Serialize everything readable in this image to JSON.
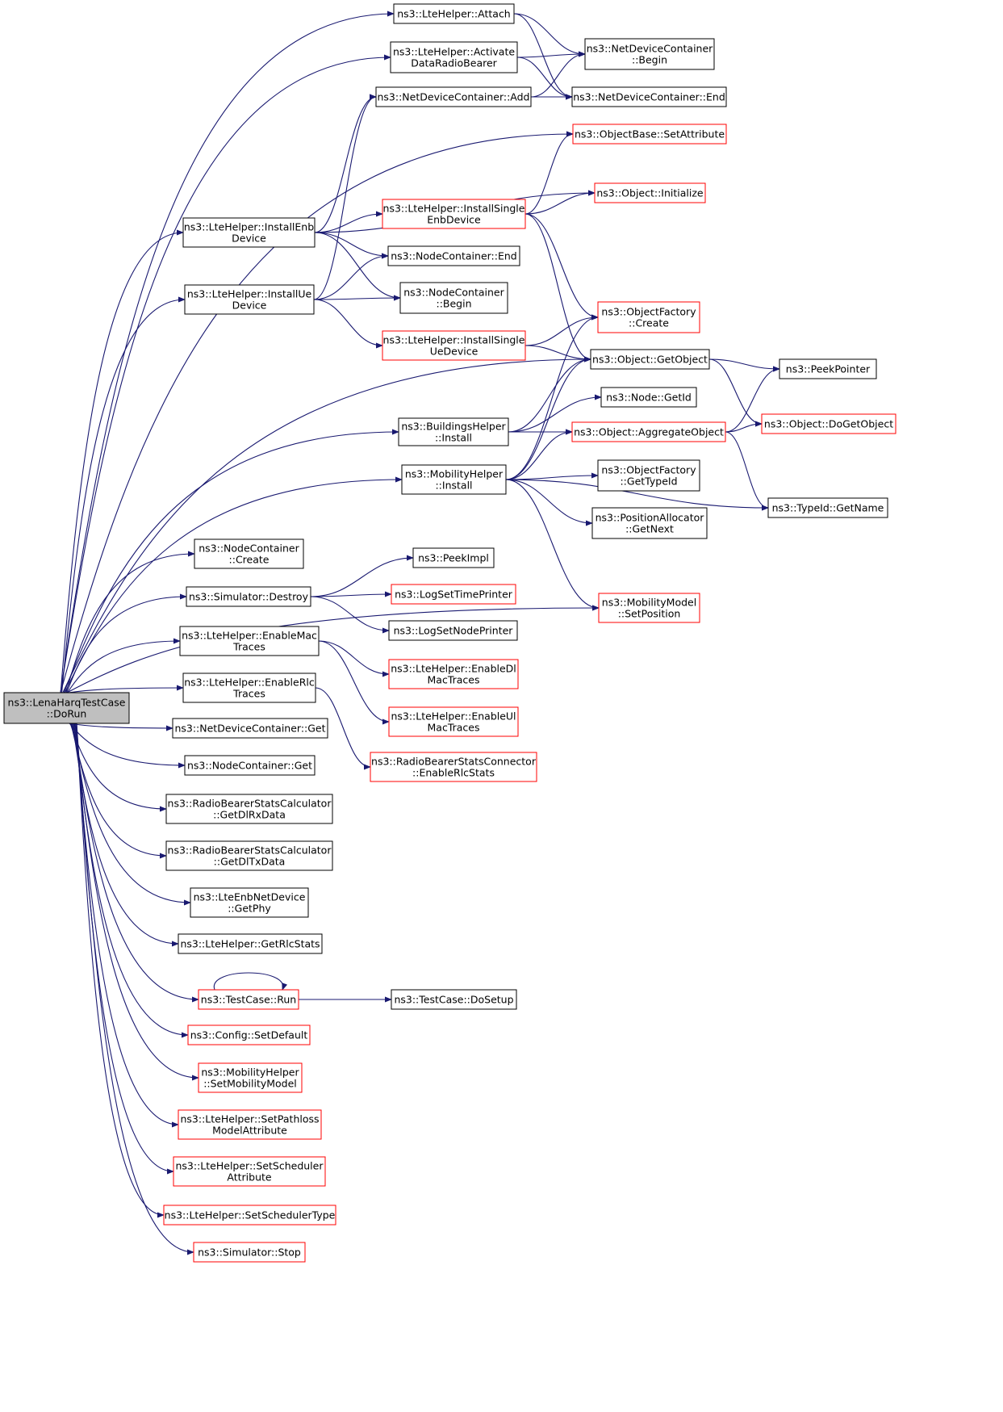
{
  "colors": {
    "edge": "#191970",
    "text_border": "#000000",
    "highlight_border": "#ff0000",
    "root_fill": "#bfbfbf"
  },
  "nodes": [
    {
      "id": "root",
      "lines": [
        "ns3::LenaHarqTestCase",
        "::DoRun"
      ],
      "style": "root"
    },
    {
      "id": "attach",
      "lines": [
        "ns3::LteHelper::Attach"
      ],
      "style": "normal"
    },
    {
      "id": "activate",
      "lines": [
        "ns3::LteHelper::Activate",
        "DataRadioBearer"
      ],
      "style": "normal"
    },
    {
      "id": "ndc_add",
      "lines": [
        "ns3::NetDeviceContainer::Add"
      ],
      "style": "normal"
    },
    {
      "id": "ndc_begin",
      "lines": [
        "ns3::NetDeviceContainer",
        "::Begin"
      ],
      "style": "normal"
    },
    {
      "id": "ndc_end",
      "lines": [
        "ns3::NetDeviceContainer::End"
      ],
      "style": "normal"
    },
    {
      "id": "setattr",
      "lines": [
        "ns3::ObjectBase::SetAttribute"
      ],
      "style": "red"
    },
    {
      "id": "obj_init",
      "lines": [
        "ns3::Object::Initialize"
      ],
      "style": "red"
    },
    {
      "id": "inst_enb",
      "lines": [
        "ns3::LteHelper::InstallEnb",
        "Device"
      ],
      "style": "normal"
    },
    {
      "id": "inst_single_enb",
      "lines": [
        "ns3::LteHelper::InstallSingle",
        "EnbDevice"
      ],
      "style": "red"
    },
    {
      "id": "nc_end",
      "lines": [
        "ns3::NodeContainer::End"
      ],
      "style": "normal"
    },
    {
      "id": "inst_ue",
      "lines": [
        "ns3::LteHelper::InstallUe",
        "Device"
      ],
      "style": "normal"
    },
    {
      "id": "nc_begin",
      "lines": [
        "ns3::NodeContainer",
        "::Begin"
      ],
      "style": "normal"
    },
    {
      "id": "of_create",
      "lines": [
        "ns3::ObjectFactory",
        "::Create"
      ],
      "style": "red"
    },
    {
      "id": "inst_single_ue",
      "lines": [
        "ns3::LteHelper::InstallSingle",
        "UeDevice"
      ],
      "style": "red"
    },
    {
      "id": "getobject",
      "lines": [
        "ns3::Object::GetObject"
      ],
      "style": "normal"
    },
    {
      "id": "peekpointer",
      "lines": [
        "ns3::PeekPointer"
      ],
      "style": "normal"
    },
    {
      "id": "node_getid",
      "lines": [
        "ns3::Node::GetId"
      ],
      "style": "normal"
    },
    {
      "id": "bh_install",
      "lines": [
        "ns3::BuildingsHelper",
        "::Install"
      ],
      "style": "normal"
    },
    {
      "id": "aggregate",
      "lines": [
        "ns3::Object::AggregateObject"
      ],
      "style": "red"
    },
    {
      "id": "dogetobject",
      "lines": [
        "ns3::Object::DoGetObject"
      ],
      "style": "red"
    },
    {
      "id": "mh_install",
      "lines": [
        "ns3::MobilityHelper",
        "::Install"
      ],
      "style": "normal"
    },
    {
      "id": "of_gettypeid",
      "lines": [
        "ns3::ObjectFactory",
        "::GetTypeId"
      ],
      "style": "normal"
    },
    {
      "id": "typeid_getname",
      "lines": [
        "ns3::TypeId::GetName"
      ],
      "style": "normal"
    },
    {
      "id": "pa_getnext",
      "lines": [
        "ns3::PositionAllocator",
        "::GetNext"
      ],
      "style": "normal"
    },
    {
      "id": "nc_create",
      "lines": [
        "ns3::NodeContainer",
        "::Create"
      ],
      "style": "normal"
    },
    {
      "id": "peekimpl",
      "lines": [
        "ns3::PeekImpl"
      ],
      "style": "normal"
    },
    {
      "id": "sim_destroy",
      "lines": [
        "ns3::Simulator::Destroy"
      ],
      "style": "normal"
    },
    {
      "id": "logtime",
      "lines": [
        "ns3::LogSetTimePrinter"
      ],
      "style": "red"
    },
    {
      "id": "mm_setpos",
      "lines": [
        "ns3::MobilityModel",
        "::SetPosition"
      ],
      "style": "red"
    },
    {
      "id": "lognode",
      "lines": [
        "ns3::LogSetNodePrinter"
      ],
      "style": "normal"
    },
    {
      "id": "en_mac",
      "lines": [
        "ns3::LteHelper::EnableMac",
        "Traces"
      ],
      "style": "normal"
    },
    {
      "id": "en_dl",
      "lines": [
        "ns3::LteHelper::EnableDl",
        "MacTraces"
      ],
      "style": "red"
    },
    {
      "id": "en_rlc",
      "lines": [
        "ns3::LteHelper::EnableRlc",
        "Traces"
      ],
      "style": "normal"
    },
    {
      "id": "en_ul",
      "lines": [
        "ns3::LteHelper::EnableUl",
        "MacTraces"
      ],
      "style": "red"
    },
    {
      "id": "ndc_get",
      "lines": [
        "ns3::NetDeviceContainer::Get"
      ],
      "style": "normal"
    },
    {
      "id": "rbsc_enable",
      "lines": [
        "ns3::RadioBearerStatsConnector",
        "::EnableRlcStats"
      ],
      "style": "red"
    },
    {
      "id": "nc_get",
      "lines": [
        "ns3::NodeContainer::Get"
      ],
      "style": "normal"
    },
    {
      "id": "rbsc_dlrx",
      "lines": [
        "ns3::RadioBearerStatsCalculator",
        "::GetDlRxData"
      ],
      "style": "normal"
    },
    {
      "id": "rbsc_dltx",
      "lines": [
        "ns3::RadioBearerStatsCalculator",
        "::GetDlTxData"
      ],
      "style": "normal"
    },
    {
      "id": "enb_getphy",
      "lines": [
        "ns3::LteEnbNetDevice",
        "::GetPhy"
      ],
      "style": "normal"
    },
    {
      "id": "rlcstats",
      "lines": [
        "ns3::LteHelper::GetRlcStats"
      ],
      "style": "normal"
    },
    {
      "id": "tc_run",
      "lines": [
        "ns3::TestCase::Run"
      ],
      "style": "red"
    },
    {
      "id": "tc_dosetup",
      "lines": [
        "ns3::TestCase::DoSetup"
      ],
      "style": "normal"
    },
    {
      "id": "cfg_default",
      "lines": [
        "ns3::Config::SetDefault"
      ],
      "style": "red"
    },
    {
      "id": "mh_setmodel",
      "lines": [
        "ns3::MobilityHelper",
        "::SetMobilityModel"
      ],
      "style": "red"
    },
    {
      "id": "set_pathloss",
      "lines": [
        "ns3::LteHelper::SetPathloss",
        "ModelAttribute"
      ],
      "style": "red"
    },
    {
      "id": "set_sched_attr",
      "lines": [
        "ns3::LteHelper::SetScheduler",
        "Attribute"
      ],
      "style": "red"
    },
    {
      "id": "set_sched_type",
      "lines": [
        "ns3::LteHelper::SetSchedulerType"
      ],
      "style": "red"
    },
    {
      "id": "sim_stop",
      "lines": [
        "ns3::Simulator::Stop"
      ],
      "style": "red"
    }
  ],
  "edges": [
    [
      "root",
      "attach"
    ],
    [
      "root",
      "activate"
    ],
    [
      "root",
      "setattr"
    ],
    [
      "root",
      "inst_enb"
    ],
    [
      "root",
      "inst_ue"
    ],
    [
      "root",
      "getobject"
    ],
    [
      "root",
      "bh_install"
    ],
    [
      "root",
      "mh_install"
    ],
    [
      "root",
      "mm_setpos"
    ],
    [
      "root",
      "nc_create"
    ],
    [
      "root",
      "sim_destroy"
    ],
    [
      "root",
      "en_mac"
    ],
    [
      "root",
      "en_rlc"
    ],
    [
      "root",
      "ndc_get"
    ],
    [
      "root",
      "nc_get"
    ],
    [
      "root",
      "rbsc_dlrx"
    ],
    [
      "root",
      "rbsc_dltx"
    ],
    [
      "root",
      "enb_getphy"
    ],
    [
      "root",
      "rlcstats"
    ],
    [
      "root",
      "tc_run"
    ],
    [
      "root",
      "cfg_default"
    ],
    [
      "root",
      "mh_setmodel"
    ],
    [
      "root",
      "set_pathloss"
    ],
    [
      "root",
      "set_sched_attr"
    ],
    [
      "root",
      "set_sched_type"
    ],
    [
      "root",
      "sim_stop"
    ],
    [
      "attach",
      "ndc_begin"
    ],
    [
      "attach",
      "ndc_end"
    ],
    [
      "activate",
      "ndc_begin"
    ],
    [
      "activate",
      "ndc_end"
    ],
    [
      "ndc_add",
      "ndc_begin"
    ],
    [
      "ndc_add",
      "ndc_end"
    ],
    [
      "inst_enb",
      "ndc_add"
    ],
    [
      "inst_enb",
      "obj_init"
    ],
    [
      "inst_enb",
      "inst_single_enb"
    ],
    [
      "inst_enb",
      "nc_end"
    ],
    [
      "inst_enb",
      "nc_begin"
    ],
    [
      "inst_single_enb",
      "setattr"
    ],
    [
      "inst_single_enb",
      "obj_init"
    ],
    [
      "inst_single_enb",
      "of_create"
    ],
    [
      "inst_single_enb",
      "getobject"
    ],
    [
      "inst_ue",
      "ndc_add"
    ],
    [
      "inst_ue",
      "nc_end"
    ],
    [
      "inst_ue",
      "nc_begin"
    ],
    [
      "inst_ue",
      "inst_single_ue"
    ],
    [
      "inst_single_ue",
      "of_create"
    ],
    [
      "inst_single_ue",
      "getobject"
    ],
    [
      "getobject",
      "peekpointer"
    ],
    [
      "getobject",
      "dogetobject"
    ],
    [
      "bh_install",
      "getobject"
    ],
    [
      "bh_install",
      "node_getid"
    ],
    [
      "bh_install",
      "aggregate"
    ],
    [
      "aggregate",
      "peekpointer"
    ],
    [
      "aggregate",
      "dogetobject"
    ],
    [
      "aggregate",
      "typeid_getname"
    ],
    [
      "mh_install",
      "of_create"
    ],
    [
      "mh_install",
      "getobject"
    ],
    [
      "mh_install",
      "aggregate"
    ],
    [
      "mh_install",
      "of_gettypeid"
    ],
    [
      "mh_install",
      "pa_getnext"
    ],
    [
      "mh_install",
      "typeid_getname"
    ],
    [
      "mh_install",
      "mm_setpos"
    ],
    [
      "sim_destroy",
      "peekimpl"
    ],
    [
      "sim_destroy",
      "logtime"
    ],
    [
      "sim_destroy",
      "lognode"
    ],
    [
      "en_mac",
      "en_dl"
    ],
    [
      "en_mac",
      "en_ul"
    ],
    [
      "en_rlc",
      "rbsc_enable"
    ],
    [
      "tc_run",
      "tc_run"
    ],
    [
      "tc_run",
      "tc_dosetup"
    ]
  ]
}
